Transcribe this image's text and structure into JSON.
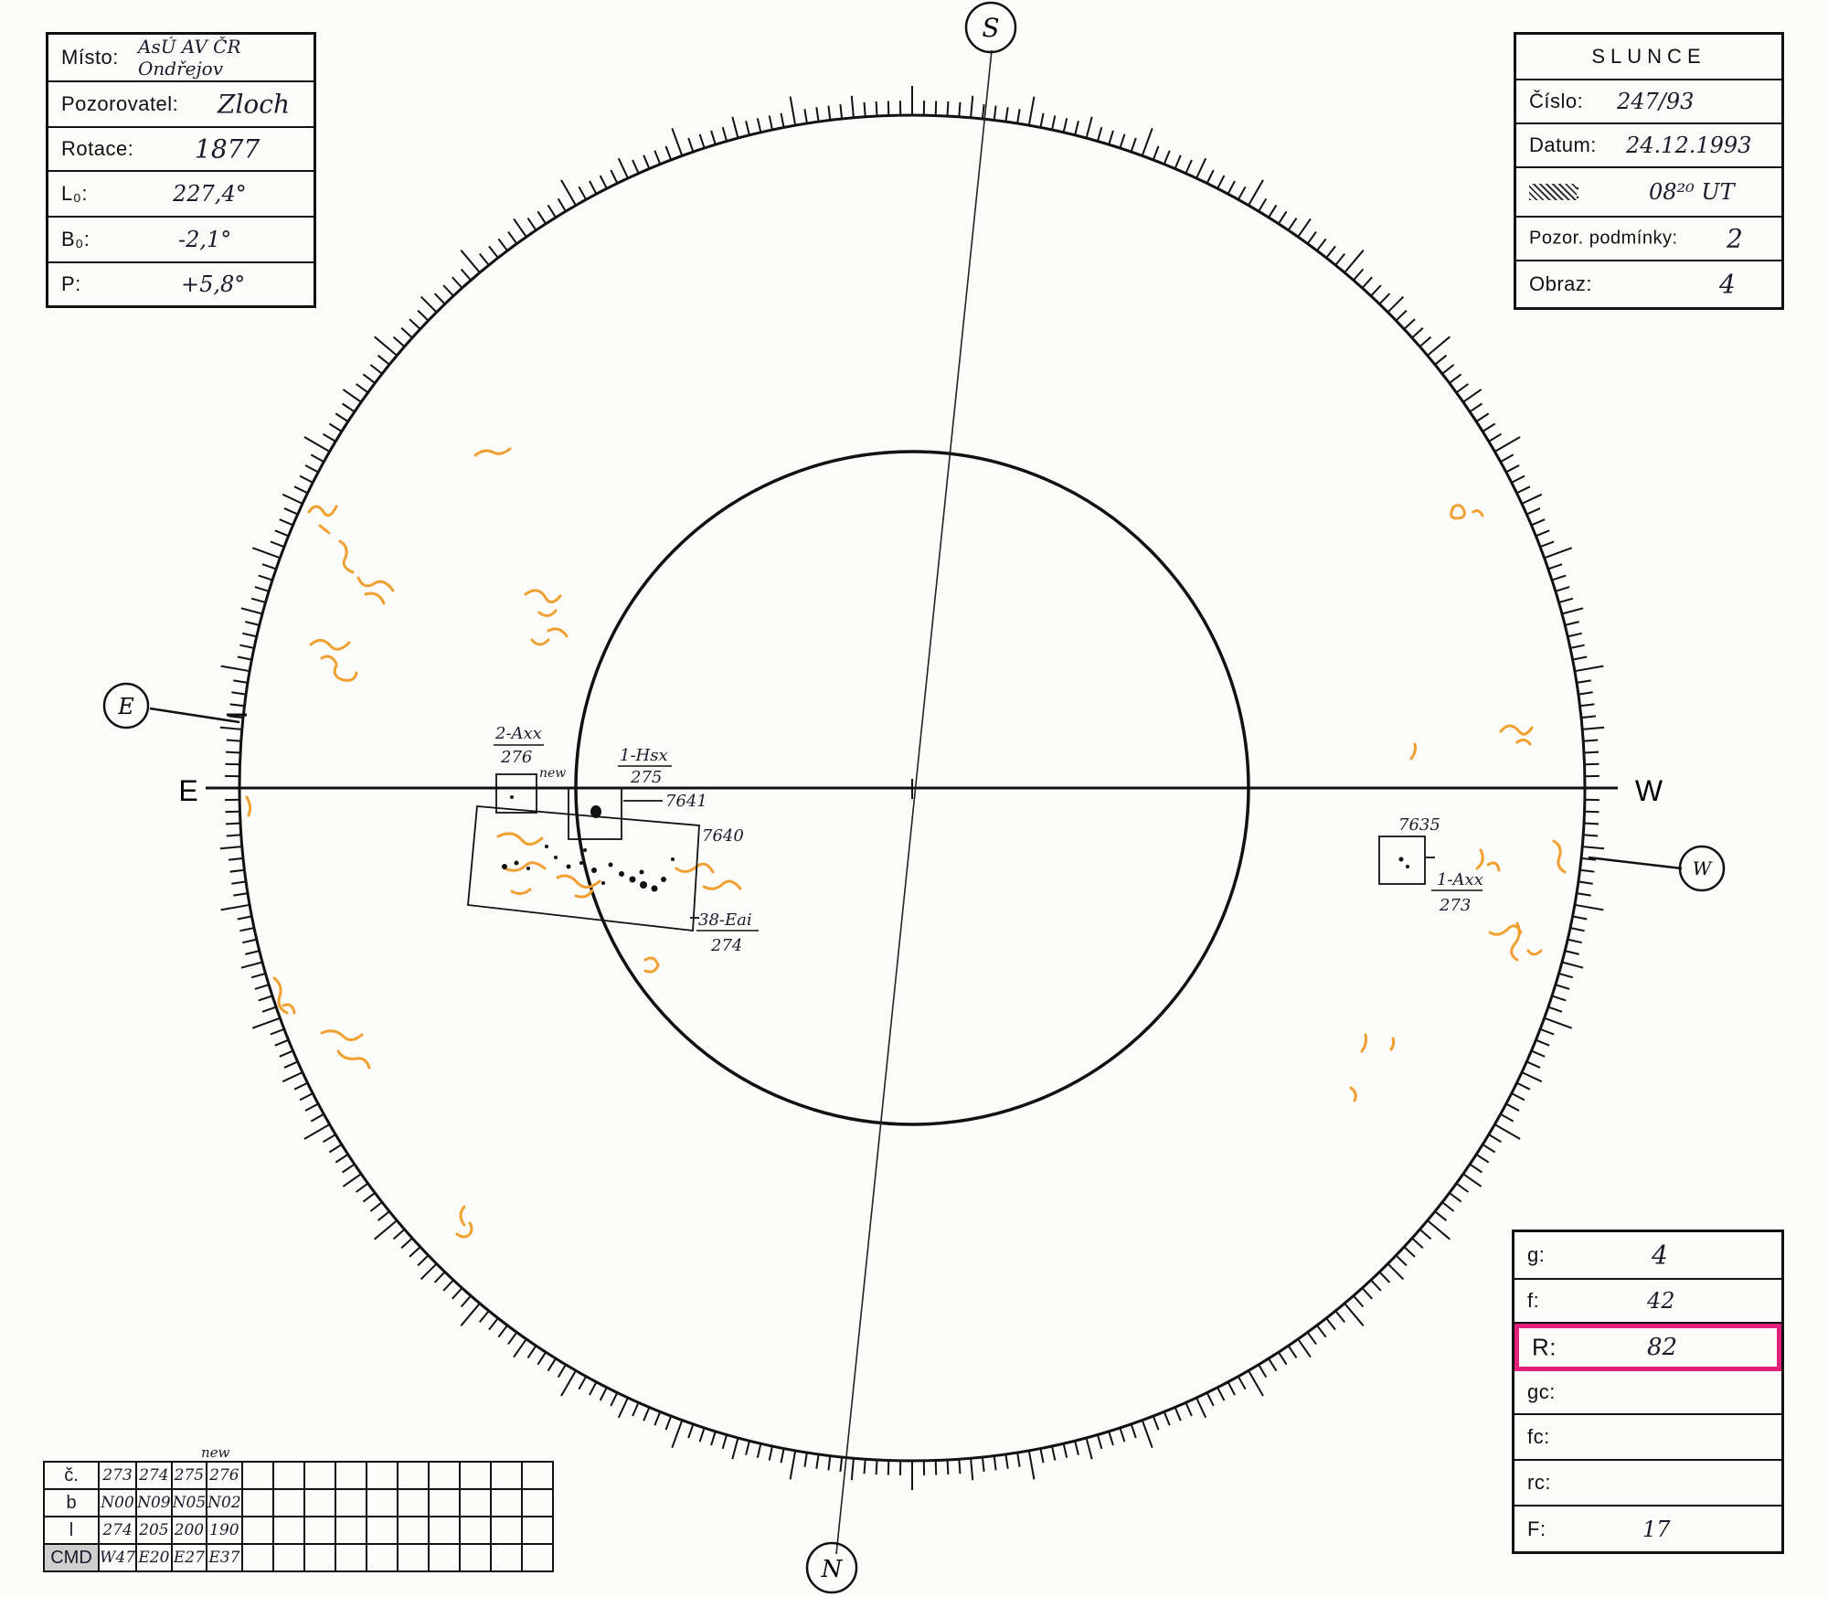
{
  "header_left": {
    "rows": [
      {
        "label": "Místo:",
        "value": "AsÚ AV ČR Ondřejov"
      },
      {
        "label": "Pozorovatel:",
        "value": "Zloch"
      },
      {
        "label": "Rotace:",
        "value": "1877"
      },
      {
        "label": "L₀:",
        "value": "227,4°"
      },
      {
        "label": "B₀:",
        "value": "-2,1°"
      },
      {
        "label": "P:",
        "value": "+5,8°"
      }
    ]
  },
  "header_right": {
    "title": "SLUNCE",
    "rows": [
      {
        "label": "Číslo:",
        "value": "247/93"
      },
      {
        "label": "Datum:",
        "value": "24.12.1993"
      },
      {
        "label": ":",
        "value": "08²⁰ UT"
      },
      {
        "label": "Pozor. podmínky:",
        "value": "2"
      },
      {
        "label": "Obraz:",
        "value": "4"
      }
    ]
  },
  "compass": {
    "top": "S",
    "bottom": "N",
    "left": "E",
    "right": "W",
    "left_circle": "E",
    "right_circle": "W"
  },
  "groups": [
    {
      "id": "g276",
      "class": "2-Axx",
      "number": "276",
      "note": "new"
    },
    {
      "id": "g275",
      "class": "1-Hsx",
      "number": "275",
      "noaa": "7641"
    },
    {
      "id": "g274",
      "class": "38-Eai",
      "number": "274",
      "noaa": "7640"
    },
    {
      "id": "g273",
      "class": "1-Axx",
      "number": "273",
      "noaa": "7635"
    }
  ],
  "summary": {
    "rows": [
      {
        "label": "g:",
        "value": "4"
      },
      {
        "label": "f:",
        "value": "42"
      },
      {
        "label": "R:",
        "value": "82"
      },
      {
        "label": "gc:",
        "value": ""
      },
      {
        "label": "fc:",
        "value": ""
      },
      {
        "label": "rc:",
        "value": ""
      },
      {
        "label": "F:",
        "value": "17"
      }
    ],
    "highlight_color": "#e0207a"
  },
  "bottom_table": {
    "note": "new",
    "headers": [
      "č.",
      "b",
      "l",
      "CMD"
    ],
    "columns": [
      [
        "273",
        "N00",
        "274",
        "W47"
      ],
      [
        "274",
        "N09",
        "205",
        "E20"
      ],
      [
        "275",
        "N05",
        "200",
        "E27"
      ],
      [
        "276",
        "N02",
        "190",
        "E37"
      ]
    ],
    "empty_columns": 10
  },
  "colors": {
    "ink": "#111111",
    "faculae": "#f0a030",
    "highlight": "#e0207a"
  }
}
